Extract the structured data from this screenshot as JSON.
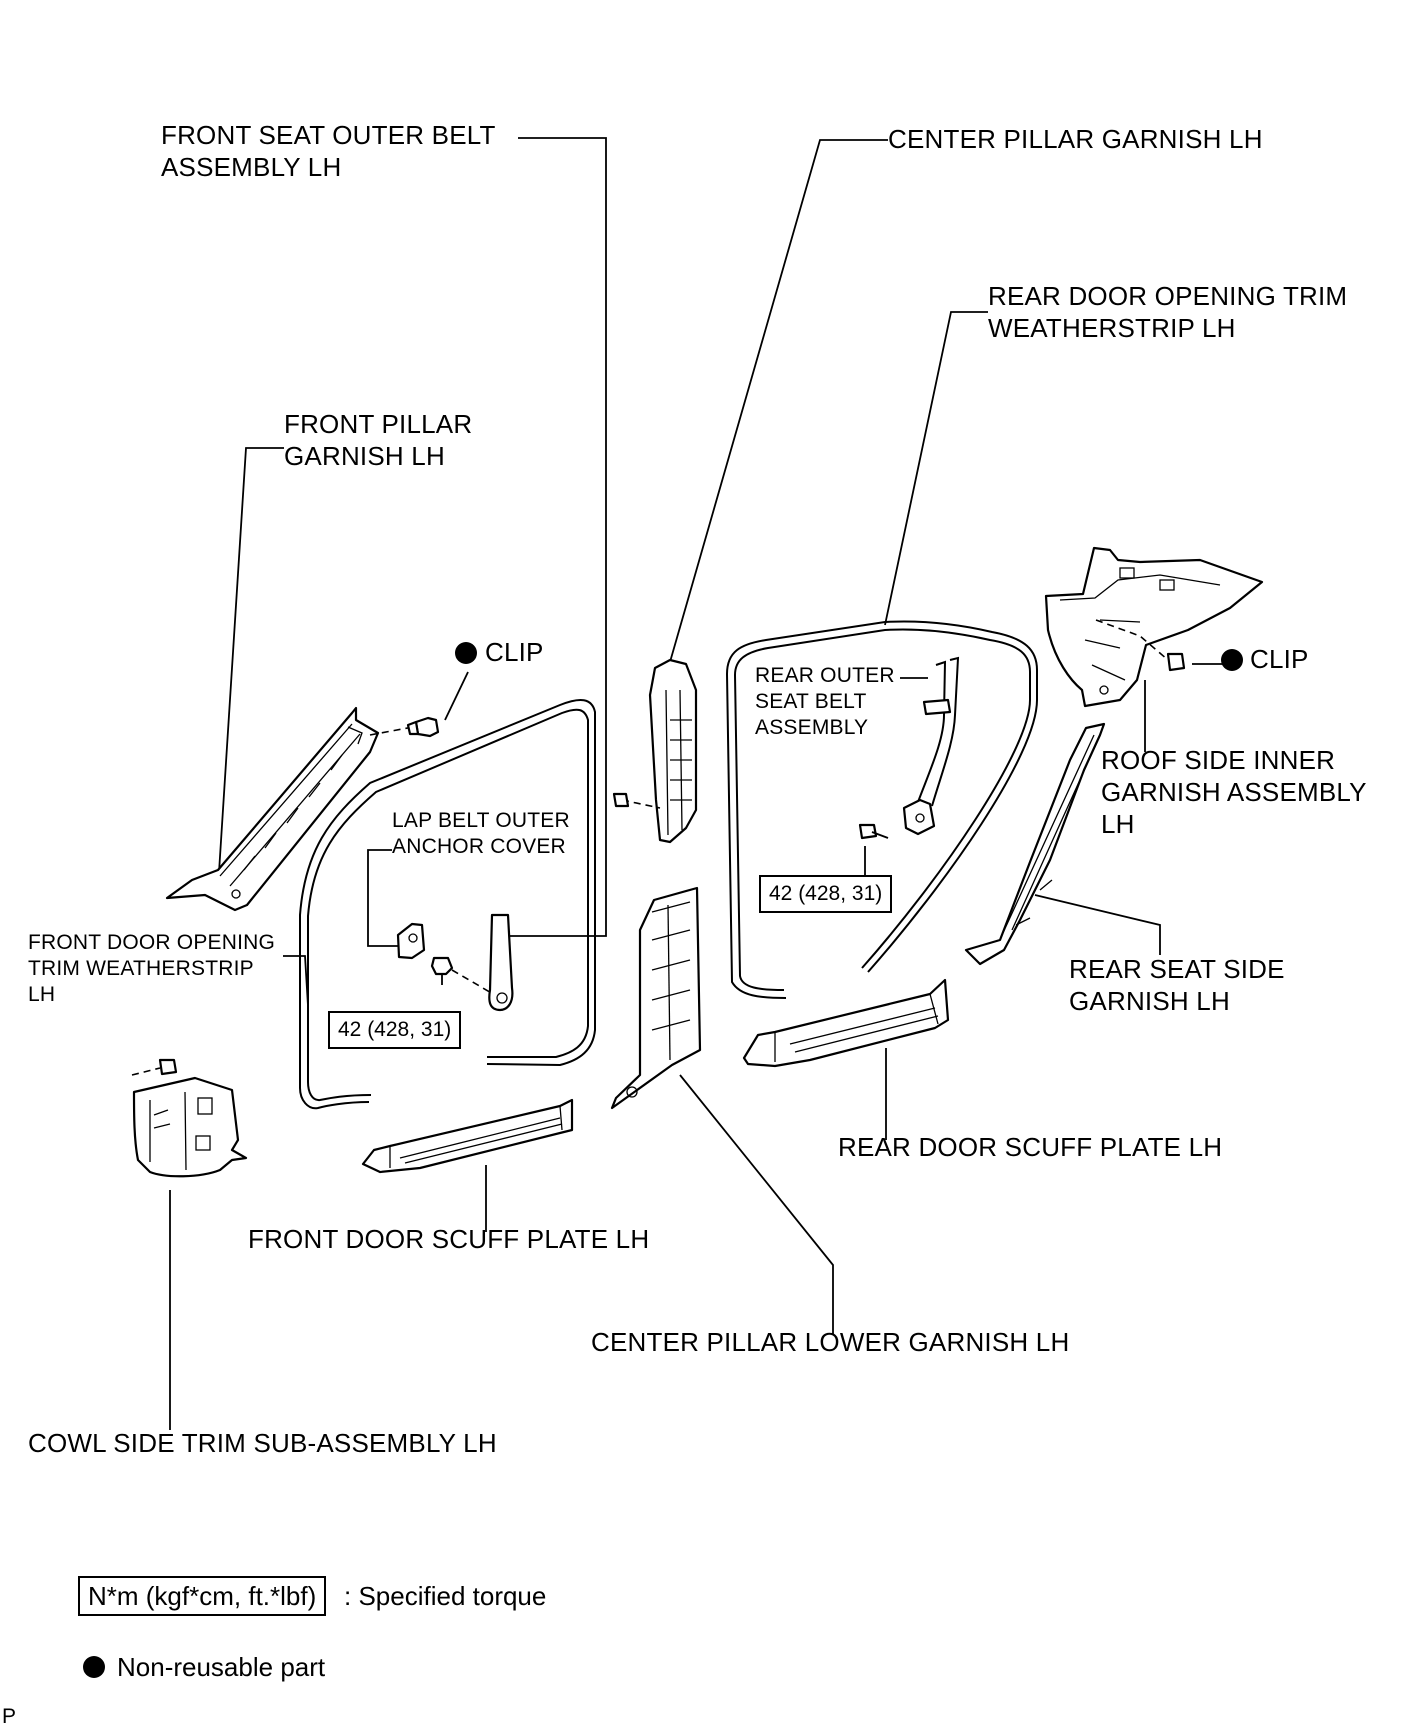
{
  "labels": {
    "front_seat_outer_belt": "FRONT SEAT OUTER BELT\nASSEMBLY LH",
    "center_pillar_garnish": "CENTER PILLAR GARNISH LH",
    "rear_door_opening_trim": "REAR DOOR OPENING TRIM\nWEATHERSTRIP LH",
    "front_pillar_garnish": "FRONT PILLAR\nGARNISH LH",
    "clip_left": "CLIP",
    "clip_right": "CLIP",
    "rear_outer_seat_belt": "REAR OUTER\nSEAT BELT\nASSEMBLY",
    "roof_side_inner_garnish": "ROOF SIDE INNER\nGARNISH ASSEMBLY\nLH",
    "lap_belt_outer_anchor_cover": "LAP BELT OUTER\nANCHOR COVER",
    "front_door_opening_trim": "FRONT DOOR OPENING\nTRIM WEATHERSTRIP\nLH",
    "rear_seat_side_garnish": "REAR SEAT SIDE\nGARNISH LH",
    "rear_door_scuff_plate": "REAR DOOR SCUFF PLATE LH",
    "front_door_scuff_plate": "FRONT DOOR SCUFF PLATE LH",
    "center_pillar_lower_garnish": "CENTER PILLAR LOWER GARNISH LH",
    "cowl_side_trim": "COWL SIDE TRIM SUB-ASSEMBLY LH"
  },
  "torque": {
    "front": "42 (428, 31)",
    "rear": "42 (428, 31)"
  },
  "legend": {
    "torque_unit_box": "N*m (kgf*cm, ft.*lbf)",
    "torque_desc": ": Specified torque",
    "nonreusable_desc": "Non-reusable part"
  },
  "corner_mark": "P",
  "icons": {
    "nonreusable_marker": "filled-circle-icon"
  }
}
